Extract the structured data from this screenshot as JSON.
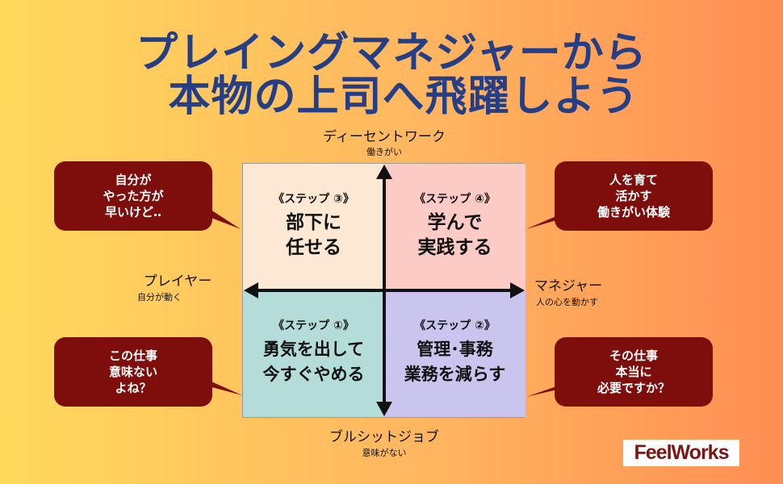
{
  "title": {
    "line1": "プレイングマネジャーから",
    "line2": "本物の上司へ飛躍しよう"
  },
  "axes": {
    "top": {
      "label": "ディーセントワーク",
      "sub": "働きがい"
    },
    "bottom": {
      "label": "ブルシットジョブ",
      "sub": "意味がない"
    },
    "left": {
      "label": "プレイヤー",
      "sub": "自分が動く"
    },
    "right": {
      "label": "マネジャー",
      "sub": "人の心を動かす"
    }
  },
  "quadrants": {
    "top_left": {
      "step": "《ステップ ③》",
      "line1": "部下に",
      "line2": "任せる"
    },
    "top_right": {
      "step": "《ステップ ④》",
      "line1": "学んで",
      "line2": "実践する"
    },
    "bottom_left": {
      "step": "《ステップ ①》",
      "line1": "勇気を出して",
      "line2": "今すぐやめる"
    },
    "bottom_right": {
      "step": "《ステップ ②》",
      "line1": "管理･事務",
      "line2": "業務を減らす"
    }
  },
  "bubbles": {
    "top_left": [
      "自分が",
      "やった方が",
      "早いけど‥"
    ],
    "top_right": [
      "人を育て",
      "活かす",
      "働きがい体験"
    ],
    "bottom_left": [
      "この仕事",
      "意味ない",
      "よね？"
    ],
    "bottom_right": [
      "その仕事",
      "本当に",
      "必要ですか？"
    ]
  },
  "logo": {
    "text": "FeelWorks"
  },
  "colors": {
    "title": "#243f86",
    "bubble": "#7d0e0b",
    "quadrant_top_left": "#fde9d3",
    "quadrant_top_right": "#fccbc6",
    "quadrant_bottom_left": "#b4dcd9",
    "quadrant_bottom_right": "#c9c5ee"
  }
}
